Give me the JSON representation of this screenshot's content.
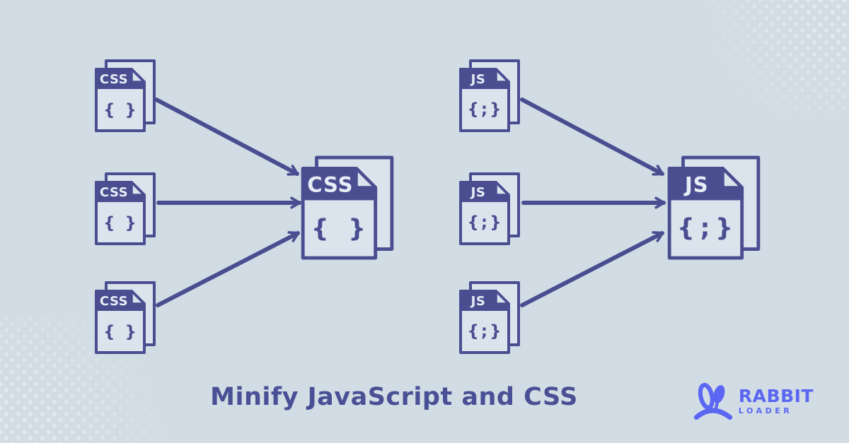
{
  "title": {
    "text": "Minify JavaScript and CSS"
  },
  "colors": {
    "background": "#d1dce4",
    "diagram_dark": "#4a4e91",
    "diagram_light": "#dbe4ed",
    "title_text": "#4a5095",
    "logo_accent": "#5b67f2",
    "corner_dots": "#e0eaf0"
  },
  "diagram": {
    "groups": [
      {
        "id": "css",
        "sources": [
          {
            "label": "CSS",
            "body": "{ }"
          },
          {
            "label": "CSS",
            "body": "{ }"
          },
          {
            "label": "CSS",
            "body": "{ }"
          }
        ],
        "target": {
          "label": "CSS",
          "body": "{ }"
        }
      },
      {
        "id": "js",
        "sources": [
          {
            "label": "JS",
            "body": "{;}"
          },
          {
            "label": "JS",
            "body": "{;}"
          },
          {
            "label": "JS",
            "body": "{;}"
          }
        ],
        "target": {
          "label": "JS",
          "body": "{;}"
        }
      }
    ],
    "connections": [
      {
        "from": "css-source-1",
        "to": "css-target"
      },
      {
        "from": "css-source-2",
        "to": "css-target"
      },
      {
        "from": "css-source-3",
        "to": "css-target"
      },
      {
        "from": "js-source-1",
        "to": "js-target"
      },
      {
        "from": "js-source-2",
        "to": "js-target"
      },
      {
        "from": "js-source-3",
        "to": "js-target"
      }
    ]
  },
  "logo": {
    "brand_top": "RABBIT",
    "brand_bottom": "LOADER",
    "icon": "rabbit-ears-icon"
  }
}
